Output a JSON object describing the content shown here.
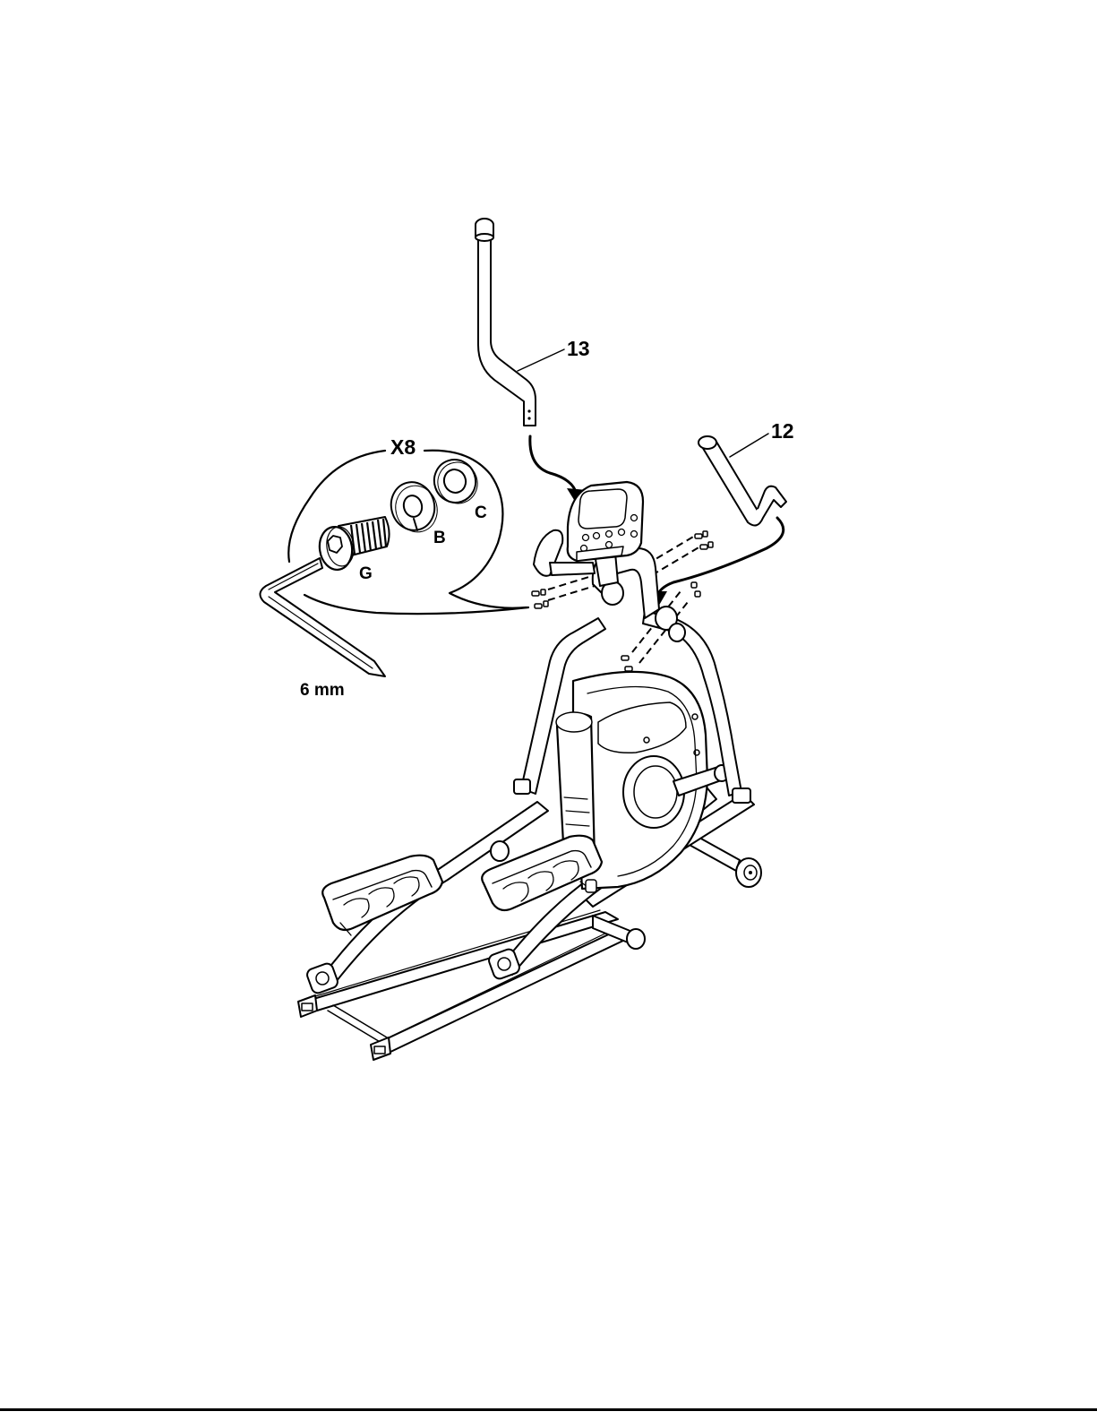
{
  "labels": {
    "part13": "13",
    "part12": "12",
    "quantity": "X8",
    "hardware_g": "G",
    "hardware_b": "B",
    "hardware_c": "C",
    "tool_size": "6 mm"
  },
  "icons": [
    "hex-wrench-icon",
    "button-head-bolt-icon",
    "split-lock-washer-icon",
    "flat-washer-icon",
    "console-icon",
    "elliptical-trainer-icon"
  ],
  "colors": {
    "line": "#000000",
    "background": "#ffffff"
  }
}
